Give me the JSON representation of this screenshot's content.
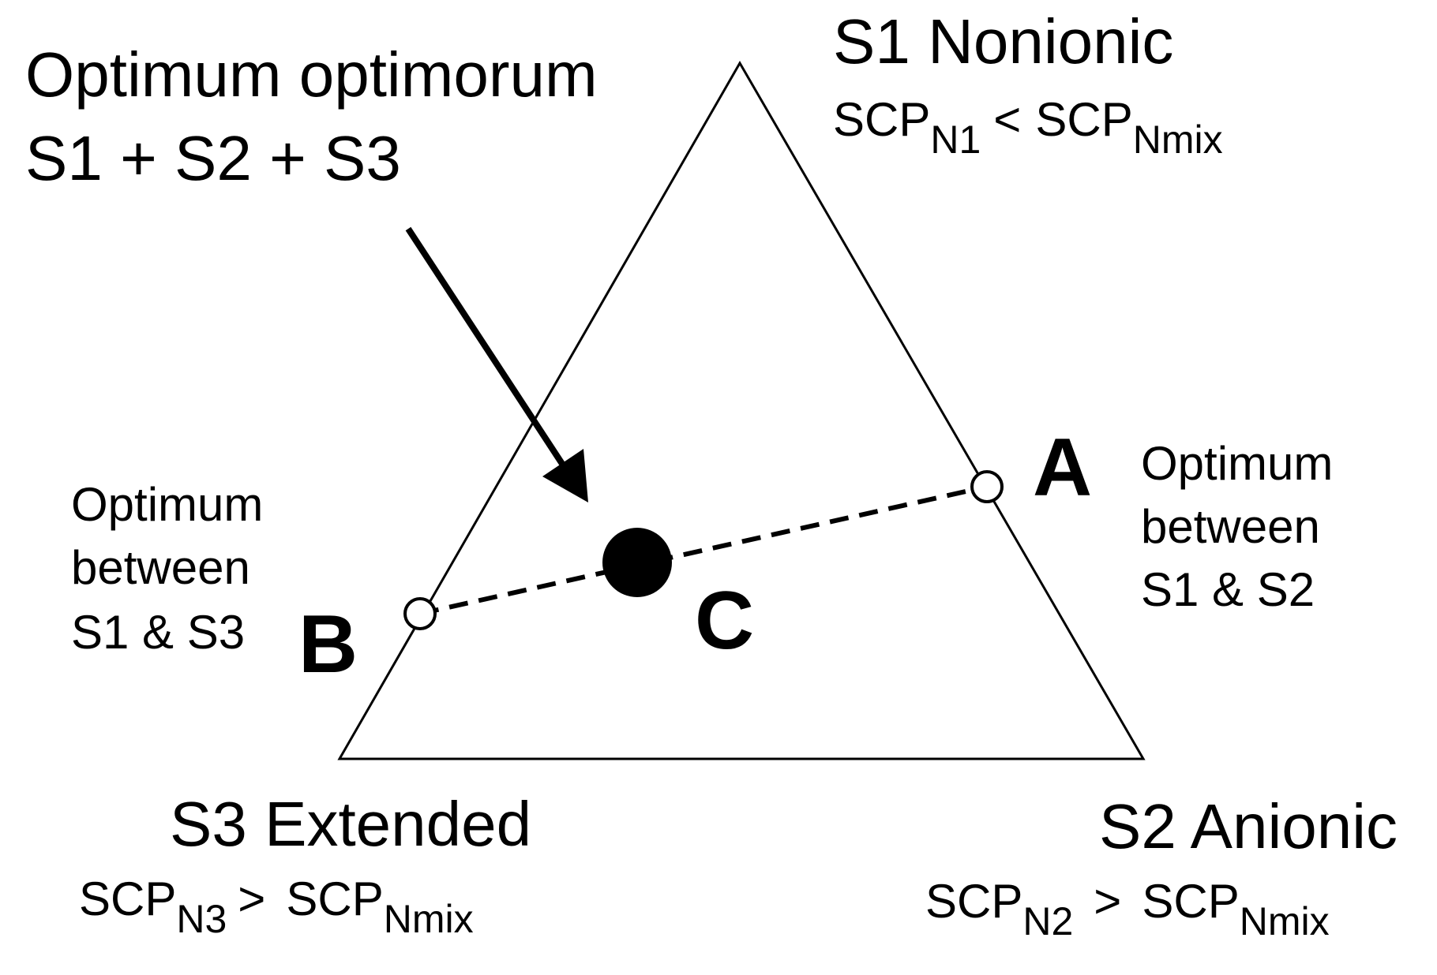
{
  "vertices": {
    "top": {
      "title": "S1 Nonionic",
      "scp_left": "SCP",
      "scp_left_sub": "N1",
      "op": "<",
      "scp_right": "SCP",
      "scp_right_sub": "Nmix"
    },
    "right": {
      "title": "S2 Anionic",
      "scp_left": "SCP",
      "scp_left_sub": "N2",
      "op": ">",
      "scp_right": "SCP",
      "scp_right_sub": "Nmix"
    },
    "left": {
      "title": "S3 Extended",
      "scp_left": "SCP",
      "scp_left_sub": "N3",
      "op": ">",
      "scp_right": "SCP",
      "scp_right_sub": "Nmix"
    }
  },
  "optimum_optimorum": {
    "line1": "Optimum optimorum",
    "line2": "S1 + S2 + S3"
  },
  "points": {
    "A": {
      "letter": "A",
      "desc": [
        "Optimum",
        "between",
        "S1 & S2"
      ]
    },
    "B": {
      "letter": "B",
      "desc": [
        "Optimum",
        "between",
        "S1 & S3"
      ]
    },
    "C": {
      "letter": "C"
    }
  }
}
